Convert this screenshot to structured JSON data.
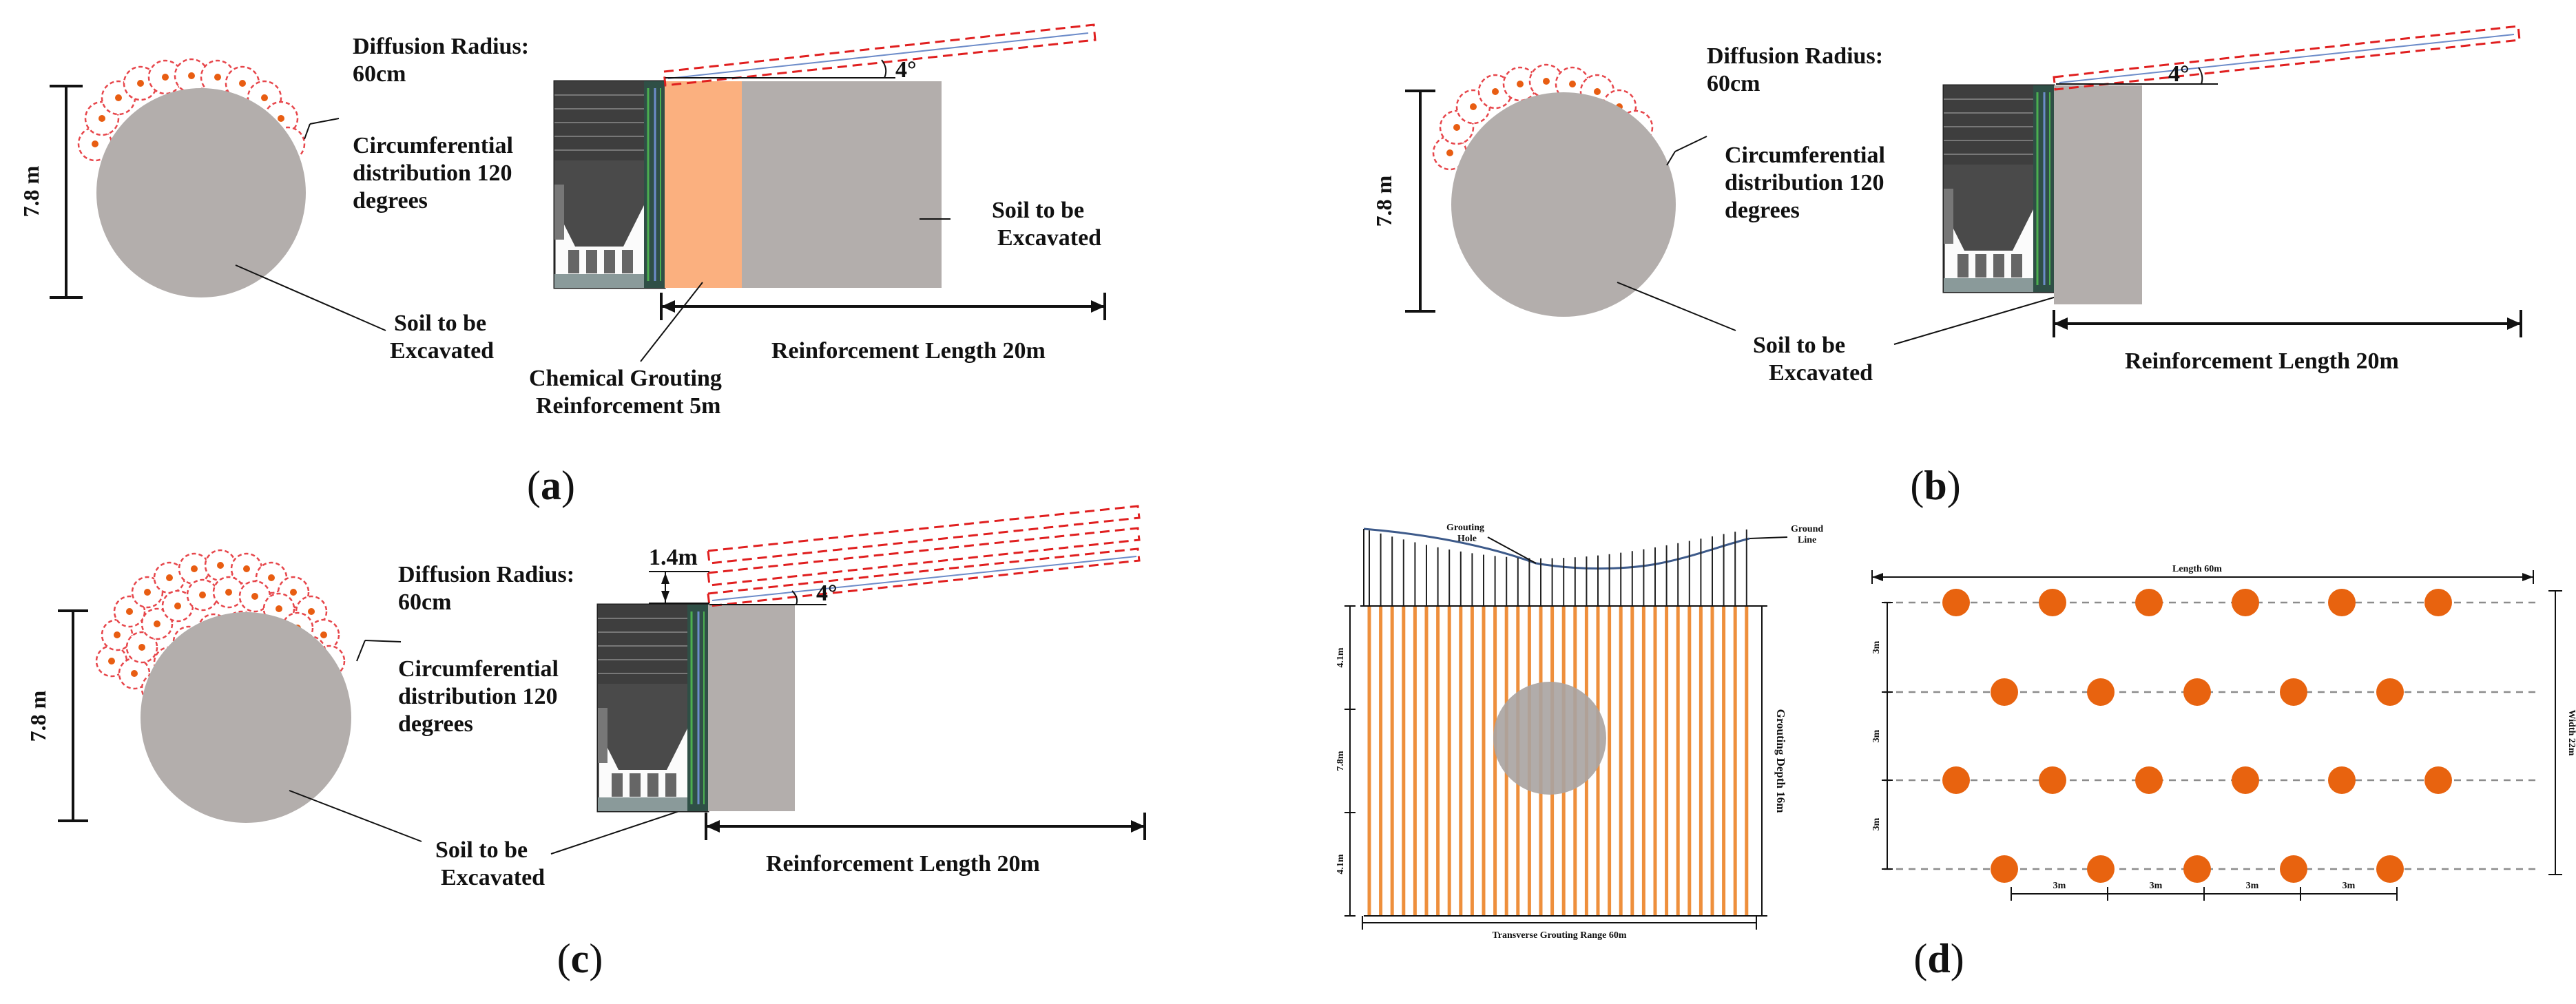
{
  "panel_a": {
    "height_label": "7.8 m",
    "diffusion_line1": "Diffusion Radius:",
    "diffusion_line2": "60cm",
    "circ_line1": "Circumferential",
    "circ_line2": "distribution 120",
    "circ_line3": "degrees",
    "soil_left_line1": "Soil to be",
    "soil_left_line2": "Excavated",
    "soil_right_line1": "Soil to be",
    "soil_right_line2": "Excavated",
    "angle": "4°",
    "reinforcement": "Reinforcement Length 20m",
    "chem_line1": "Chemical Grouting",
    "chem_line2": "Reinforcement 5m",
    "caption": "a"
  },
  "panel_b": {
    "height_label": "7.8 m",
    "diffusion_line1": "Diffusion Radius:",
    "diffusion_line2": "60cm",
    "circ_line1": "Circumferential",
    "circ_line2": "distribution 120",
    "circ_line3": "degrees",
    "soil_line1": "Soil to be",
    "soil_line2": "Excavated",
    "angle": "4°",
    "reinforcement": "Reinforcement Length 20m",
    "caption": "b"
  },
  "panel_c": {
    "height_label": "7.8 m",
    "offset_label": "1.4m",
    "diffusion_line1": "Diffusion Radius:",
    "diffusion_line2": "60cm",
    "circ_line1": "Circumferential",
    "circ_line2": "distribution 120",
    "circ_line3": "degrees",
    "soil_line1": "Soil to be",
    "soil_line2": "Excavated",
    "angle": "4°",
    "reinforcement": "Reinforcement Length 20m",
    "caption": "c"
  },
  "panel_d": {
    "section": {
      "grouting_hole_line1": "Grouting",
      "grouting_hole_line2": "Hole",
      "ground_line1": "Ground",
      "ground_line2": "Line",
      "depth_top": "4.1m",
      "depth_mid": "7.8m",
      "depth_bot": "4.1m",
      "grouting_depth": "Grouting Depth 16m",
      "transverse": "Transverse Grouting Range 60m"
    },
    "plan": {
      "length": "Length 60m",
      "width": "Width 22m",
      "row_spacing": [
        "3m",
        "3m",
        "3m"
      ],
      "col_spacing": [
        "3m",
        "3m",
        "3m",
        "3m"
      ]
    },
    "caption": "d"
  },
  "colors": {
    "soil": "#b3aeac",
    "chemical_grout_zone": "#fbb07f",
    "grout_hole": "#e8630f",
    "diffusion_circle": "#e7464b"
  }
}
